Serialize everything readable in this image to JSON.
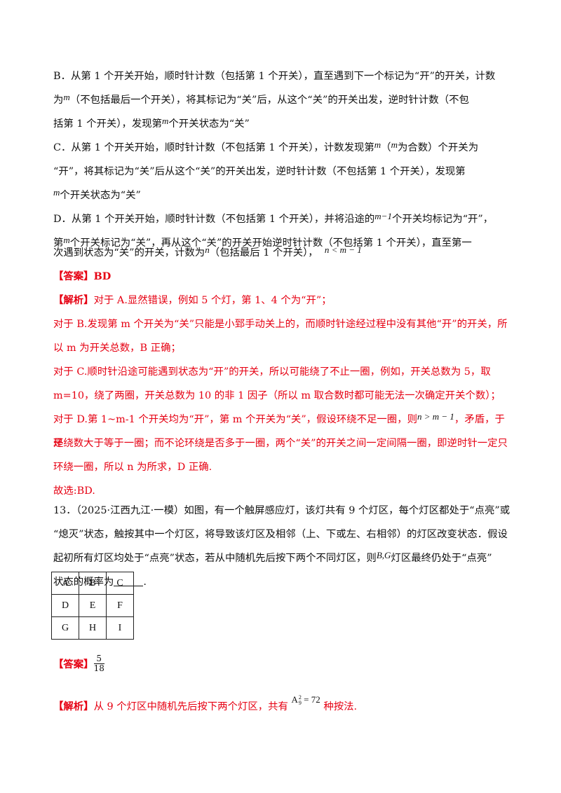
{
  "q12": {
    "optB": {
      "l1": "B．从第 1 个开关开始，顺时针计数（包括第 1 个开关），直至遇到下一个标记为“开”的开关，计数",
      "l2a": "为",
      "l2b": "（不包括最后一个开关），将其标记为“关”后，从这个“关”的开关出发，逆时针计数（不包",
      "l3a": "括第 1 个开关），发现第",
      "l3b": "个开关状态为“关”"
    },
    "optC": {
      "l1a": "C．从第 1 个开关开始，顺时针计数（不包括第 1 个开关），计数发现第",
      "l1b": "（",
      "l1c": "为合数）个开关为",
      "l2": "“开”，将其标记为“关”后从这个“关”的开关出发，逆时针计数（不包括第 1 个开关），发现第",
      "l3": "个开关状态为“关”"
    },
    "optD": {
      "l1a": "D．从第 1 个开关开始，顺时针计数（不包括第 1 个开关），并将沿途的",
      "l1b": "个开关均标记为“开”，",
      "l2a": "第",
      "l2b": "个开关标记为“关”，再从这个“关”的开关开始逆时针计数（不包括第 1 个开关），直至第一",
      "l3a": "次遇到状态为“关”的开关，计数为",
      "l3b": "（包括最后 1 个开关），"
    },
    "answer_label": "【答案】",
    "answer_value": "BD",
    "analysis": {
      "label": "【解析】",
      "l1": "对于 A.显然错误，例如 5 个灯，第 1、4 个为“开”；",
      "l2": "对于 B.发现第 m 个开关为“关”只能是小郅手动关上的，而顺时针途经过程中没有其他“开”的开关，所",
      "l3": "以 m 为开关总数，B 正确；",
      "l4": "对于 C.顺时针沿途可能遇到状态为“开”的开关，所以可能绕了不止一圈，例如，开关总数为 5，取",
      "l5": "m=10，绕了两圈，开关总数为 10 的非 1 因子（所以 m 取合数时都可能无法一次确定开关个数）；",
      "l6a": "对于 D.第 1~m-1 个开关均为“开”，第 m 个开关为“关”，假设环绕不足一圈，则",
      "l6b": "，矛盾，于是",
      "l7": "环绕数大于等于一圈；而不论环绕是否多于一圈，两个“关”的开关之间一定间隔一圈，即逆时针一定只",
      "l8": "环绕一圈，所以 n 为所求，D 正确.",
      "l9": "故选:BD."
    },
    "math": {
      "m": "m",
      "n": "n",
      "m_minus_1": "m−1",
      "n_lt": "n < m − 1",
      "n_gt": "n > m − 1"
    }
  },
  "q13": {
    "l1": "13．（2025·江西九江·一模）如图，有一个触屏感应灯，该灯共有 9 个灯区，每个灯区都处于“点亮”或",
    "l2": "“熄灭”状态，触按其中一个灯区，将导致该灯区及相邻（上、下或左、右相邻）的灯区改变状态．假设",
    "l3a": "起初所有灯区均处于“点亮”状态，若从中随机先后按下两个不同灯区，则",
    "l3m": "B,G",
    "l3b": "灯区最终仍处于“点亮”",
    "l4": "状态的概率为",
    "l4end": ".",
    "grid": [
      [
        "A",
        "B",
        "C"
      ],
      [
        "D",
        "E",
        "F"
      ],
      [
        "G",
        "H",
        "I"
      ]
    ],
    "answer_label": "【答案】",
    "answer_num": "5",
    "answer_den": "18",
    "analysis_label": "【解析】",
    "analysis_a": "从 9 个灯区中随机先后按下两个灯区，共有",
    "formula": {
      "base": "A",
      "sup": "2",
      "sub": "9",
      "rest": " = 72"
    },
    "analysis_b": "种按法."
  }
}
